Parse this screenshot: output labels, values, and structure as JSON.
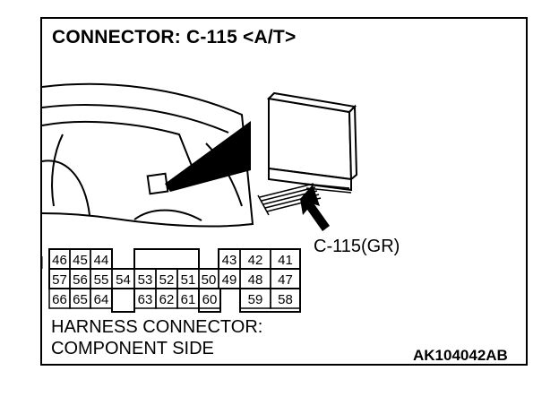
{
  "title": "CONNECTOR: C-115 <A/T>",
  "callout_label": "C-115(GR)",
  "caption_line1": "HARNESS CONNECTOR:",
  "caption_line2": "COMPONENT SIDE",
  "figure_code": "AK104042AB",
  "pins": {
    "row1": [
      "46",
      "45",
      "44",
      "43",
      "42",
      "41"
    ],
    "row2": [
      "57",
      "56",
      "55",
      "54",
      "53",
      "52",
      "51",
      "50",
      "49",
      "48",
      "47"
    ],
    "row3": [
      "66",
      "65",
      "64",
      "63",
      "62",
      "61",
      "60",
      "59",
      "58"
    ]
  },
  "colors": {
    "ink": "#000000",
    "paper": "#ffffff"
  }
}
